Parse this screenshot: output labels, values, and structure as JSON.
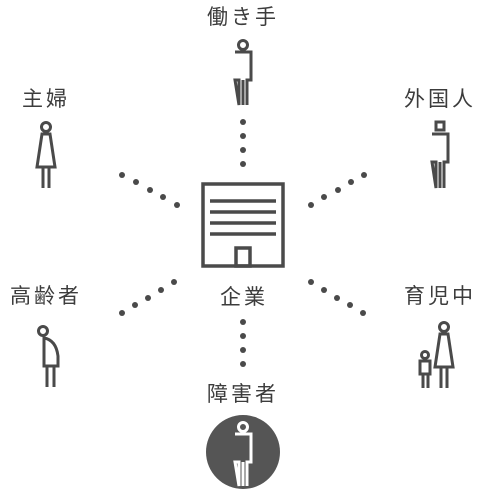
{
  "center": {
    "label": "企業"
  },
  "nodes": [
    {
      "id": "worker",
      "label": "働き手",
      "icon": "person-icon"
    },
    {
      "id": "homemaker",
      "label": "主婦",
      "icon": "woman-icon"
    },
    {
      "id": "foreigner",
      "label": "外国人",
      "icon": "person-icon"
    },
    {
      "id": "elderly",
      "label": "高齢者",
      "icon": "elderly-person-icon"
    },
    {
      "id": "childcare",
      "label": "育児中",
      "icon": "mother-child-icon"
    },
    {
      "id": "disabled",
      "label": "障害者",
      "icon": "person-in-circle-icon"
    }
  ],
  "colors": {
    "stroke": "#4a4a4a",
    "text": "#3c3c3c",
    "highlight_fill": "#555555",
    "highlight_stroke": "#ffffff"
  }
}
